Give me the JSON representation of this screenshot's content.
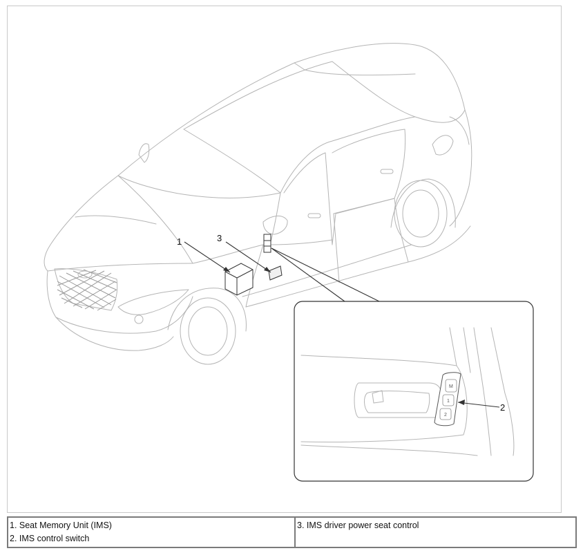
{
  "diagram": {
    "callouts": [
      "1",
      "2",
      "3"
    ],
    "inset_buttons": [
      "M",
      "1",
      "2"
    ]
  },
  "legend": {
    "left": [
      "1. Seat Memory Unit (IMS)",
      "2. IMS control switch"
    ],
    "right": [
      "3. IMS driver power seat control"
    ]
  },
  "colors": {
    "line_art": "#b4b4b4",
    "callout_lines": "#333333",
    "table_border": "#7a7a7a"
  }
}
